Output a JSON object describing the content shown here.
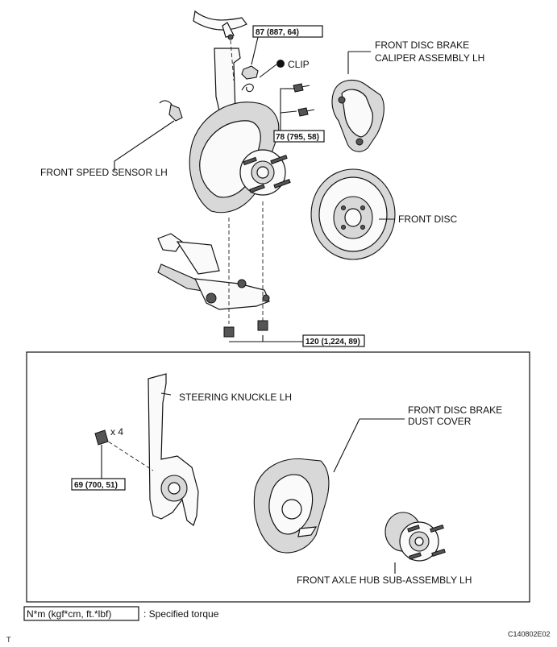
{
  "labels": {
    "caliper_line1": "FRONT DISC BRAKE",
    "caliper_line2": "CALIPER ASSEMBLY LH",
    "clip": "CLIP",
    "speed_sensor": "FRONT SPEED SENSOR LH",
    "front_disc": "FRONT DISC",
    "steering_knuckle": "STEERING KNUCKLE LH",
    "dust_cover_line1": "FRONT DISC BRAKE",
    "dust_cover_line2": "DUST COVER",
    "axle_hub": "FRONT AXLE HUB SUB-ASSEMBLY LH",
    "qty": "x 4"
  },
  "torques": {
    "upper_arm": "87 (887, 64)",
    "caliper_bolts": "78 (795, 58)",
    "lower_ball_joint": "120 (1,224, 89)",
    "dust_cover_bolts": "69 (700, 51)"
  },
  "legend": {
    "unit": "N*m (kgf*cm, ft.*lbf)",
    "description": ": Specified torque"
  },
  "figure_code": "C140802E02",
  "corner_mark": "T",
  "clip_dot": "●"
}
